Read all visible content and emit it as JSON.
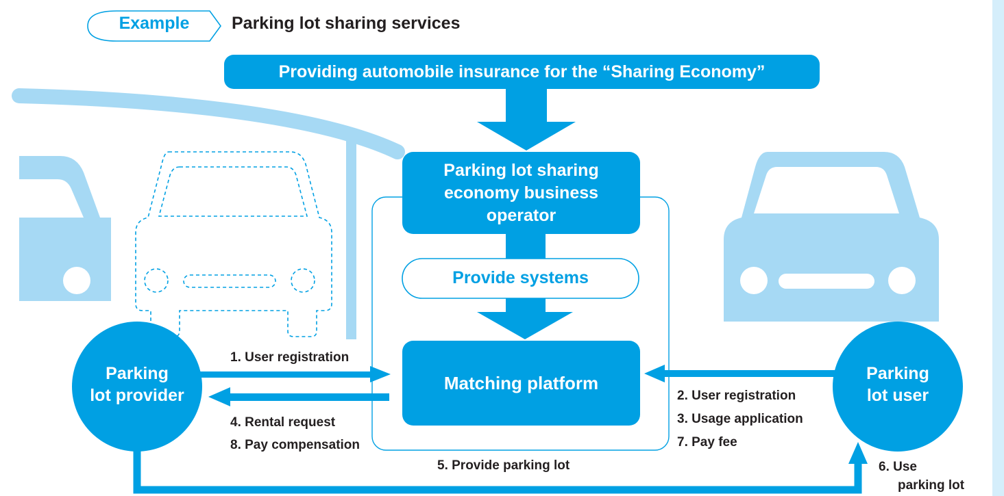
{
  "header": {
    "example_tag": "Example",
    "title": "Parking lot sharing services"
  },
  "insurance_banner": "Providing automobile insurance for the “Sharing Economy”",
  "operator_box": {
    "line1": "Parking lot sharing",
    "line2": "economy business",
    "line3": "operator"
  },
  "systems_box": "Provide systems",
  "platform_box": "Matching platform",
  "provider_circle": {
    "line1": "Parking",
    "line2": "lot provider"
  },
  "user_circle": {
    "line1": "Parking",
    "line2": "lot user"
  },
  "flows": {
    "step1": "1. User registration",
    "step2": "2. User registration",
    "step3": "3. Usage application",
    "step4": "4. Rental request",
    "step5": "5. Provide parking lot",
    "step6_line1": "6. Use",
    "step6_line2": "parking lot",
    "step7": "7. Pay fee",
    "step8": "8. Pay compensation"
  },
  "colors": {
    "primary_blue": "#00a0e3",
    "light_blue": "#a6d9f4",
    "side_panel": "#d5eefb",
    "text_dark": "#231f20"
  },
  "icons": [
    "parked-car-icon",
    "dashed-car-outline-icon",
    "carport-roof-icon",
    "arrow-down-icon",
    "arrow-right-icon",
    "arrow-left-icon",
    "arrow-up-icon"
  ]
}
